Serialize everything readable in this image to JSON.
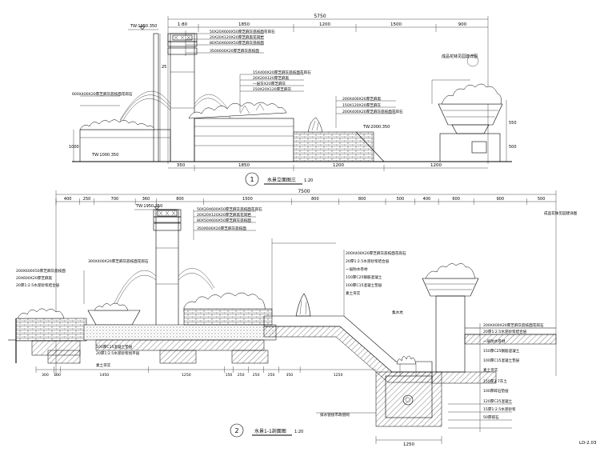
{
  "elevation": {
    "marker_number": "1",
    "title": "水景立面图三",
    "scale": "1:20",
    "top_dimensions": [
      "1:80",
      "1850",
      "1200",
      "1500",
      "900"
    ],
    "overall_dimension": "5750",
    "left_elevation": "TW:1950.350",
    "ground_elevation": "TW:1000.350",
    "basin_elevation": "TW:2000.350",
    "bottom_dimensions": [
      "350",
      "1850",
      "1200",
      "1200"
    ],
    "vertical_dimensions": [
      "25",
      "1000",
      "550",
      "500"
    ],
    "annotations": [
      "50X20X600X50厚芝麻灰荔枝面花岗石",
      "20X20X120X20厚芝麻黑花岗岩",
      "80X50X600X50厚芝麻灰荔枝面",
      "350X600X20厚芝麻灰荔枝面",
      "15X400X20厚芝麻灰荔枝面花岗石",
      "20X20X120厚芝麻黑",
      "一层灰X20厚芝麻灰",
      "150X20X120厚芝麻灰",
      "200X400X20厚芝麻黑",
      "150X120X20厚芝麻灰",
      "200X400X20厚芝麻灰荔枝面花岗石",
      "600X400X20厚芝麻灰荔枝面花岗石"
    ],
    "planter_label": "成品花钵见园建详图"
  },
  "section": {
    "marker_number": "2",
    "title": "水景1-1剖面图",
    "scale": "1:20",
    "overall_dimension": "7500",
    "top_dimensions": [
      "400",
      "250",
      "700",
      "360",
      "800",
      "1500",
      "800",
      "800",
      "500",
      "400",
      "600",
      "900",
      "500"
    ],
    "left_elevation": "TW:1950.350",
    "bottom_dimensions": [
      "300",
      "100",
      "1450",
      "1250",
      "150",
      "250",
      "250",
      "250",
      "350",
      "1250"
    ],
    "annotations_left": [
      "200X600X50厚芝麻灰荔枝面",
      "20X600X20厚芝麻黑",
      "20厚1:2.5水泥砂浆结合层",
      "素土夯实",
      "100厚C15混凝土垫层",
      "20厚1:2.5水泥砂浆找平层",
      "300X400X20厚芝麻灰荔枝面花岗石"
    ],
    "annotations_right": [
      "200X400X20厚芝麻灰荔枝面花岗石",
      "20厚1:2.5水泥砂浆结合层",
      "一层防水卷材",
      "150厚C25钢筋混凝土",
      "100厚C15混凝土垫层",
      "素土夯实",
      "150厚3:7灰土",
      "100厚碎石垫层",
      "120厚C25混凝土",
      "15厚1:2.5水泥砂浆",
      "50厚碎石"
    ],
    "side_note": "成品花钵见园建详图",
    "sump_label": "集水坑",
    "drain_label": "排水管接市政管网",
    "bottom_width": "1250"
  },
  "sheet_code": "LD-2.03"
}
